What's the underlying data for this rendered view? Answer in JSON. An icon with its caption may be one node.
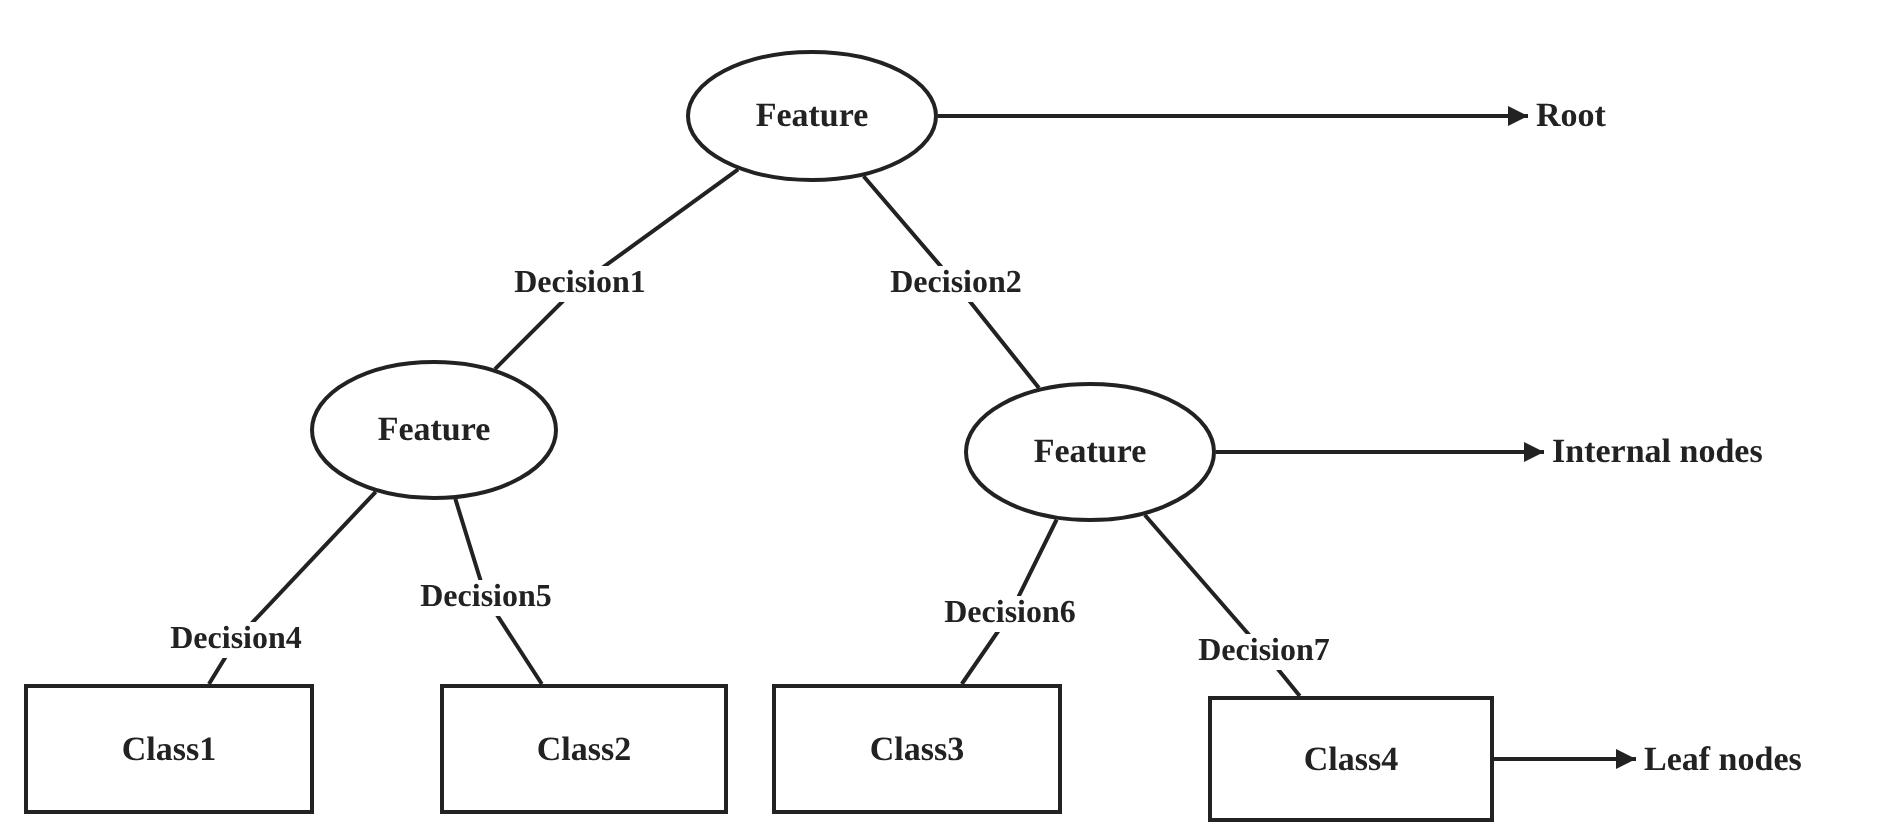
{
  "diagram": {
    "nodes": [
      {
        "text": [
          "Feature"
        ]
      },
      {
        "text": [
          "Feature"
        ]
      },
      {
        "text": [
          "Feature"
        ]
      },
      {
        "text": [
          "Class1"
        ]
      },
      {
        "text": [
          "Class2"
        ]
      },
      {
        "text": [
          "Class3"
        ]
      },
      {
        "text": [
          "Class4"
        ]
      },
      {
        "text": [
          "Root"
        ]
      },
      {
        "text": [
          "Internal nodes"
        ]
      },
      {
        "text": [
          "Leaf nodes"
        ]
      }
    ],
    "edges": [
      {
        "from": 0,
        "to": 7,
        "arrow": "to"
      },
      {
        "from": 0,
        "to": 1,
        "arrow": "none",
        "label": "Decision1"
      },
      {
        "from": 0,
        "to": 2,
        "arrow": "none",
        "label": "Decision2"
      },
      {
        "from": 1,
        "to": 3,
        "arrow": "none",
        "label": "Decision4"
      },
      {
        "from": 1,
        "to": 4,
        "arrow": "none",
        "label": "Decision5"
      },
      {
        "from": 2,
        "to": 8,
        "arrow": "to"
      },
      {
        "from": 2,
        "to": 5,
        "arrow": "none",
        "label": "Decision6"
      },
      {
        "from": 2,
        "to": 6,
        "arrow": "none",
        "label": "Decision7"
      },
      {
        "from": 6,
        "to": 9,
        "arrow": "to"
      }
    ]
  }
}
